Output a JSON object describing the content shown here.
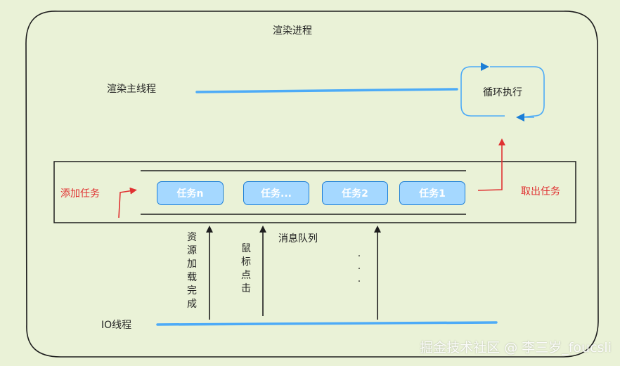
{
  "diagram": {
    "title": "渲染进程",
    "main_thread_label": "渲染主线程",
    "loop_label": "循环执行",
    "add_task_label": "添加任务",
    "take_task_label": "取出任务",
    "queue_label": "消息队列",
    "io_thread_label": "IO线程",
    "tasks": [
      {
        "label": "任务n"
      },
      {
        "label": "任务..."
      },
      {
        "label": "任务2"
      },
      {
        "label": "任务1"
      }
    ],
    "sources": [
      {
        "label": "资源加载完成"
      },
      {
        "label": "鼠标点击"
      }
    ],
    "ellipsis": ".\n.\n.",
    "watermark": "掘金技术社区 @ 李三岁_foucsli",
    "colors": {
      "background": "#eaf2d7",
      "line_blue": "#4dabf7",
      "arrow_blue": "#1c7ed6",
      "arrow_red": "#e03131",
      "task_fill": "#a5d8ff",
      "stroke": "#1e1e1e"
    }
  }
}
